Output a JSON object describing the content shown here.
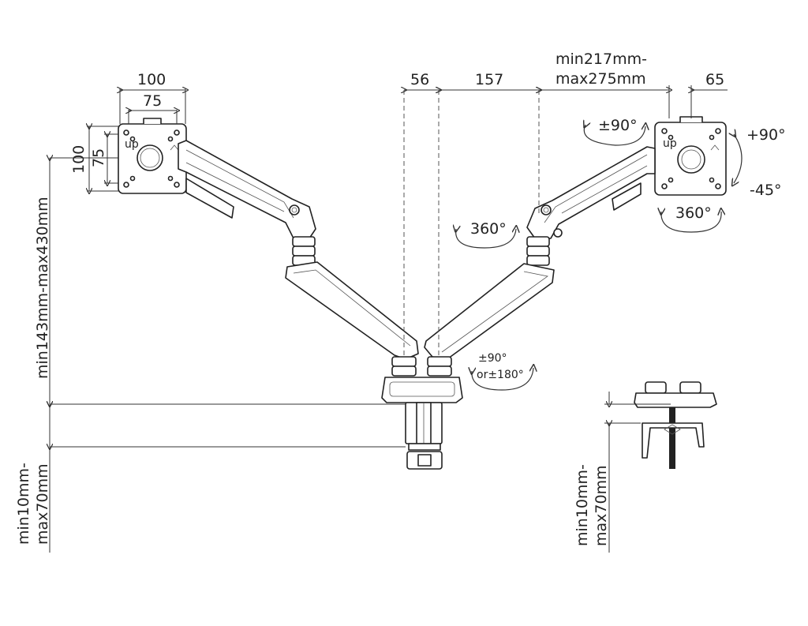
{
  "dimensions": {
    "plate_width": "100",
    "plate_inner_width": "75",
    "plate_height": "100",
    "plate_inner_height": "75",
    "pole_offset": "56",
    "arm_reach": "157",
    "extension_line1": "min217mm-",
    "extension_line2": "max275mm",
    "right_plate_width": "65",
    "height_range": "min143mm-max430mm",
    "clamp_left_line1": "min10mm-",
    "clamp_left_line2": "max70mm",
    "clamp_right_line1": "min10mm-",
    "clamp_right_line2": "max70mm"
  },
  "rotations": {
    "tilt_swivel": "±90°",
    "tilt_up": "+90°",
    "tilt_down": "-45°",
    "head_rotation": "360°",
    "arm_rotation": "360°",
    "base_rotation_line1": "±90°",
    "base_rotation_line2": "or±180°"
  },
  "labels": {
    "up_left": "up",
    "up_right": "up"
  }
}
